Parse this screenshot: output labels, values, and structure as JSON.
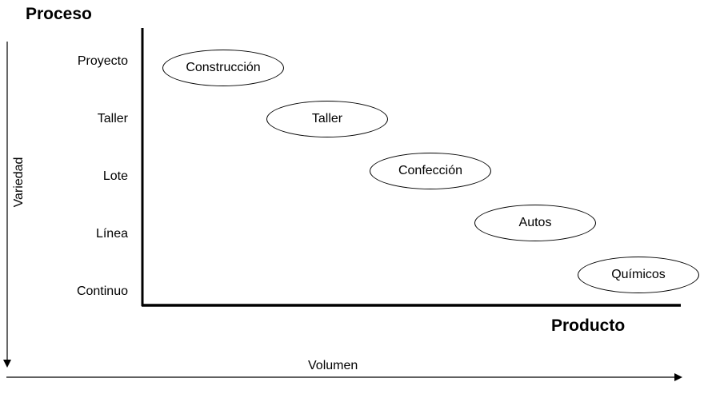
{
  "titles": {
    "process": "Proceso",
    "product": "Producto"
  },
  "axes": {
    "variety": "Variedad",
    "volume": "Volumen"
  },
  "rows": [
    "Proyecto",
    "Taller",
    "Lote",
    "Línea",
    "Continuo"
  ],
  "items": [
    "Construcción",
    "Taller",
    "Confección",
    "Autos",
    "Químicos"
  ]
}
